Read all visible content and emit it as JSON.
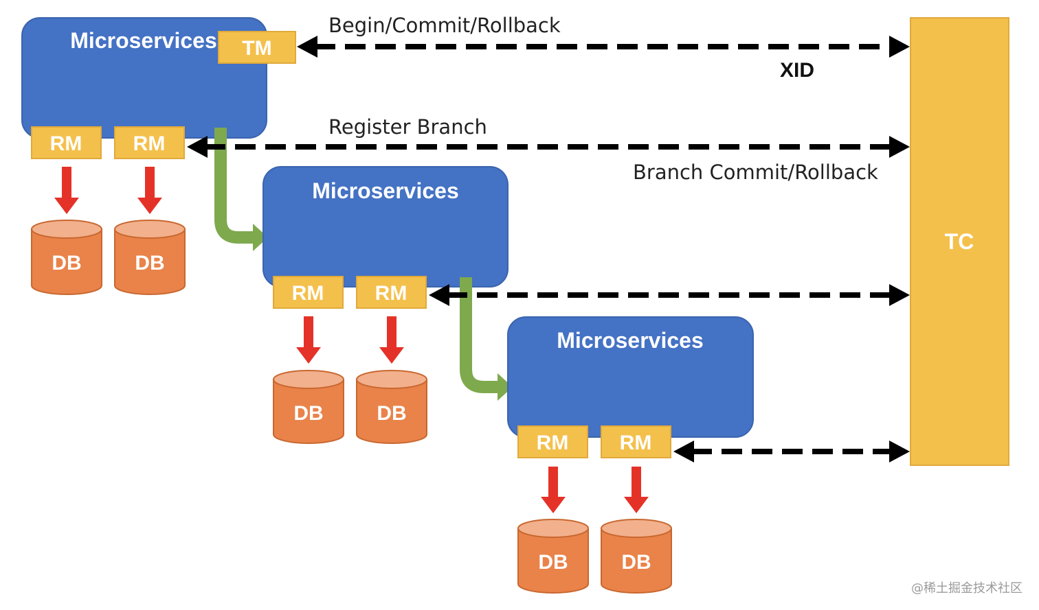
{
  "colors": {
    "microservice_fill": "#4472C4",
    "microservice_stroke": "#3A64AE",
    "component_fill": "#F4C04C",
    "component_stroke": "#E0A93A",
    "tc_fill": "#F4C04C",
    "db_fill": "#E9834A",
    "db_top": "#F2B08C",
    "db_stroke": "#C8672F",
    "red_arrow": "#E53228",
    "green_arrow": "#7EA94D",
    "dash_arrow": "#000000"
  },
  "microservices": [
    {
      "title": "Microservices",
      "tm": "TM",
      "rms": [
        "RM",
        "RM"
      ],
      "dbs": [
        "DB",
        "DB"
      ]
    },
    {
      "title": "Microservices",
      "rms": [
        "RM",
        "RM"
      ],
      "dbs": [
        "DB",
        "DB"
      ]
    },
    {
      "title": "Microservices",
      "rms": [
        "RM",
        "RM"
      ],
      "dbs": [
        "DB",
        "DB"
      ]
    }
  ],
  "tc": {
    "label": "TC"
  },
  "flows": {
    "begin_commit_rollback": "Begin/Commit/Rollback",
    "xid": "XID",
    "register_branch": "Register Branch",
    "branch_commit_rollback": "Branch Commit/Rollback"
  },
  "watermark": "@稀土掘金技术社区"
}
